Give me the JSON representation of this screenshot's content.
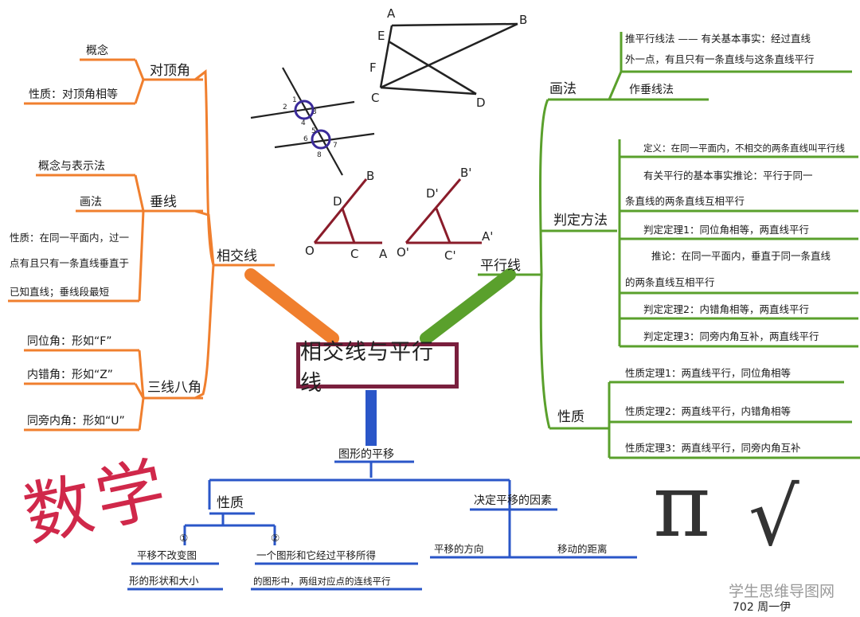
{
  "center": {
    "title": "相交线与平行线"
  },
  "left_branch": {
    "label": "相交线",
    "color": "#f07f2e",
    "groups": [
      {
        "name": "对顶角",
        "items": [
          "概念",
          "性质：对顶角相等"
        ]
      },
      {
        "name": "垂线",
        "items": [
          "概念与表示法",
          "画法",
          "性质：在同一平面内，过一",
          "点有且只有一条直线垂直于",
          "已知直线；垂线段最短"
        ]
      },
      {
        "name": "三线八角",
        "items": [
          "同位角：形如“F”",
          "内错角：形如“Z”",
          "同旁内角：形如“U”"
        ]
      }
    ]
  },
  "right_branch": {
    "label": "平行线",
    "color": "#5aa02c",
    "groups": [
      {
        "name": "画法",
        "items": [
          "推平行线法 —— 有关基本事实：经过直线",
          "外一点，有且只有一条直线与这条直线平行",
          "作垂线法"
        ]
      },
      {
        "name": "判定方法",
        "items": [
          "定义：在同一平面内，不相交的两条直线叫平行线",
          "有关平行的基本事实推论：平行于同一",
          "条直线的两条直线互相平行",
          "判定定理1：同位角相等，两直线平行",
          "推论：在同一平面内，垂直于同一条直线",
          "的两条直线互相平行",
          "判定定理2：内错角相等，两直线平行",
          "判定定理3：同旁内角互补，两直线平行"
        ]
      },
      {
        "name": "性质",
        "items": [
          "性质定理1：两直线平行，同位角相等",
          "性质定理2：两直线平行，内错角相等",
          "性质定理3：两直线平行，同旁内角互补"
        ]
      }
    ]
  },
  "bottom_branch": {
    "label": "图形的平移",
    "color": "#2a56c8",
    "groups": [
      {
        "name": "性质",
        "items": [
          "①",
          "平移不改变图",
          "形的形状和大小",
          "②",
          "一个图形和它经过平移所得",
          "的图形中，两组对应点的连线平行"
        ]
      },
      {
        "name": "决定平移的因素",
        "items": [
          "平移的方向",
          "移动的距离"
        ]
      }
    ]
  },
  "figures": {
    "top_points": [
      "A",
      "B",
      "E",
      "F",
      "C",
      "D"
    ],
    "angle_numbers": [
      "1",
      "2",
      "3",
      "4",
      "5",
      "6",
      "7",
      "8"
    ],
    "translation_points_left": [
      "D",
      "B",
      "O",
      "C",
      "A"
    ],
    "translation_points_right": [
      "D'",
      "B'",
      "O'",
      "C'",
      "A'"
    ]
  },
  "decor": {
    "title": "数学",
    "pi": "π",
    "sqrt": "√",
    "author": "702 周一伊",
    "watermark": "学生思维导图网"
  },
  "colors": {
    "left": "#f07f2e",
    "right": "#5aa02c",
    "bottom": "#2a56c8",
    "center_border": "#7a1f3d",
    "title": "#d0284a"
  }
}
